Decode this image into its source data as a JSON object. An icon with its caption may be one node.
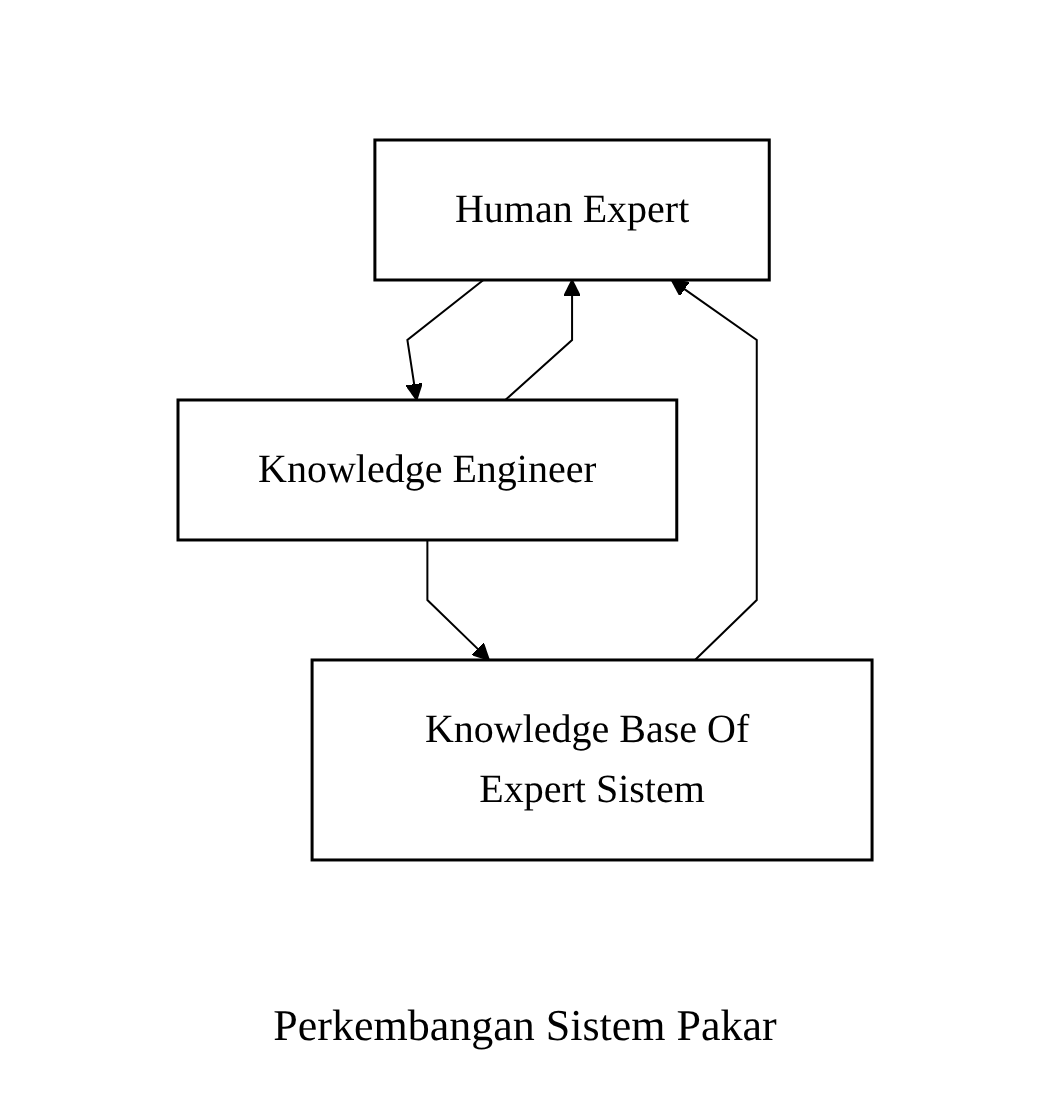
{
  "diagram": {
    "caption": "Perkembangan Sistem Pakar",
    "nodes": [
      {
        "text": [
          "Human Expert"
        ]
      },
      {
        "text": [
          "Knowledge Engineer"
        ]
      },
      {
        "text": [
          "Knowledge Base Of Expert Sistem"
        ]
      }
    ],
    "edges": [
      {
        "from": 1,
        "to": 0,
        "arrow": "to"
      },
      {
        "from": 0,
        "to": 1,
        "arrow": "to"
      },
      {
        "from": 1,
        "to": 2,
        "arrow": "to"
      },
      {
        "from": 2,
        "to": 0,
        "arrow": "to"
      }
    ]
  }
}
